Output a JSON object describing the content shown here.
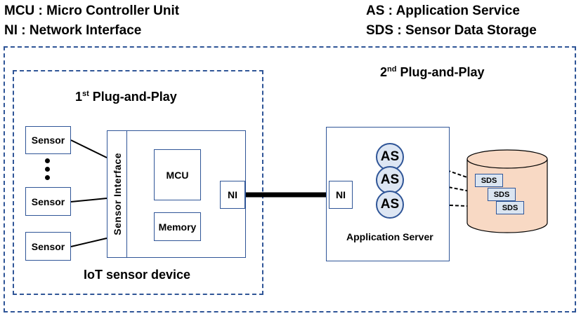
{
  "legend": {
    "mcu": "MCU : Micro Controller Unit",
    "ni": "NI : Network Interface",
    "as": "AS : Application Service",
    "sds": "SDS : Sensor Data Storage"
  },
  "second_pnp": {
    "ordinal": "2",
    "suffix": "nd",
    "text": " Plug-and-Play"
  },
  "first_pnp": {
    "ordinal": "1",
    "suffix": "st",
    "text": " Plug-and-Play"
  },
  "sensors": [
    "Sensor",
    "Sensor",
    "Sensor"
  ],
  "sensor_interface": "Sensor Interface",
  "mcu": "MCU",
  "memory": "Memory",
  "ni_device": "NI",
  "ni_server": "NI",
  "device_label": "IoT sensor device",
  "server_label": "Application Server",
  "as_nodes": [
    "AS",
    "AS",
    "AS"
  ],
  "sds_nodes": [
    "SDS",
    "SDS",
    "SDS"
  ],
  "colors": {
    "border": "#2f5597",
    "cylinder": "#f8d9c4",
    "as_fill": "#dde6f3",
    "sds_fill": "#dbe5f1"
  }
}
